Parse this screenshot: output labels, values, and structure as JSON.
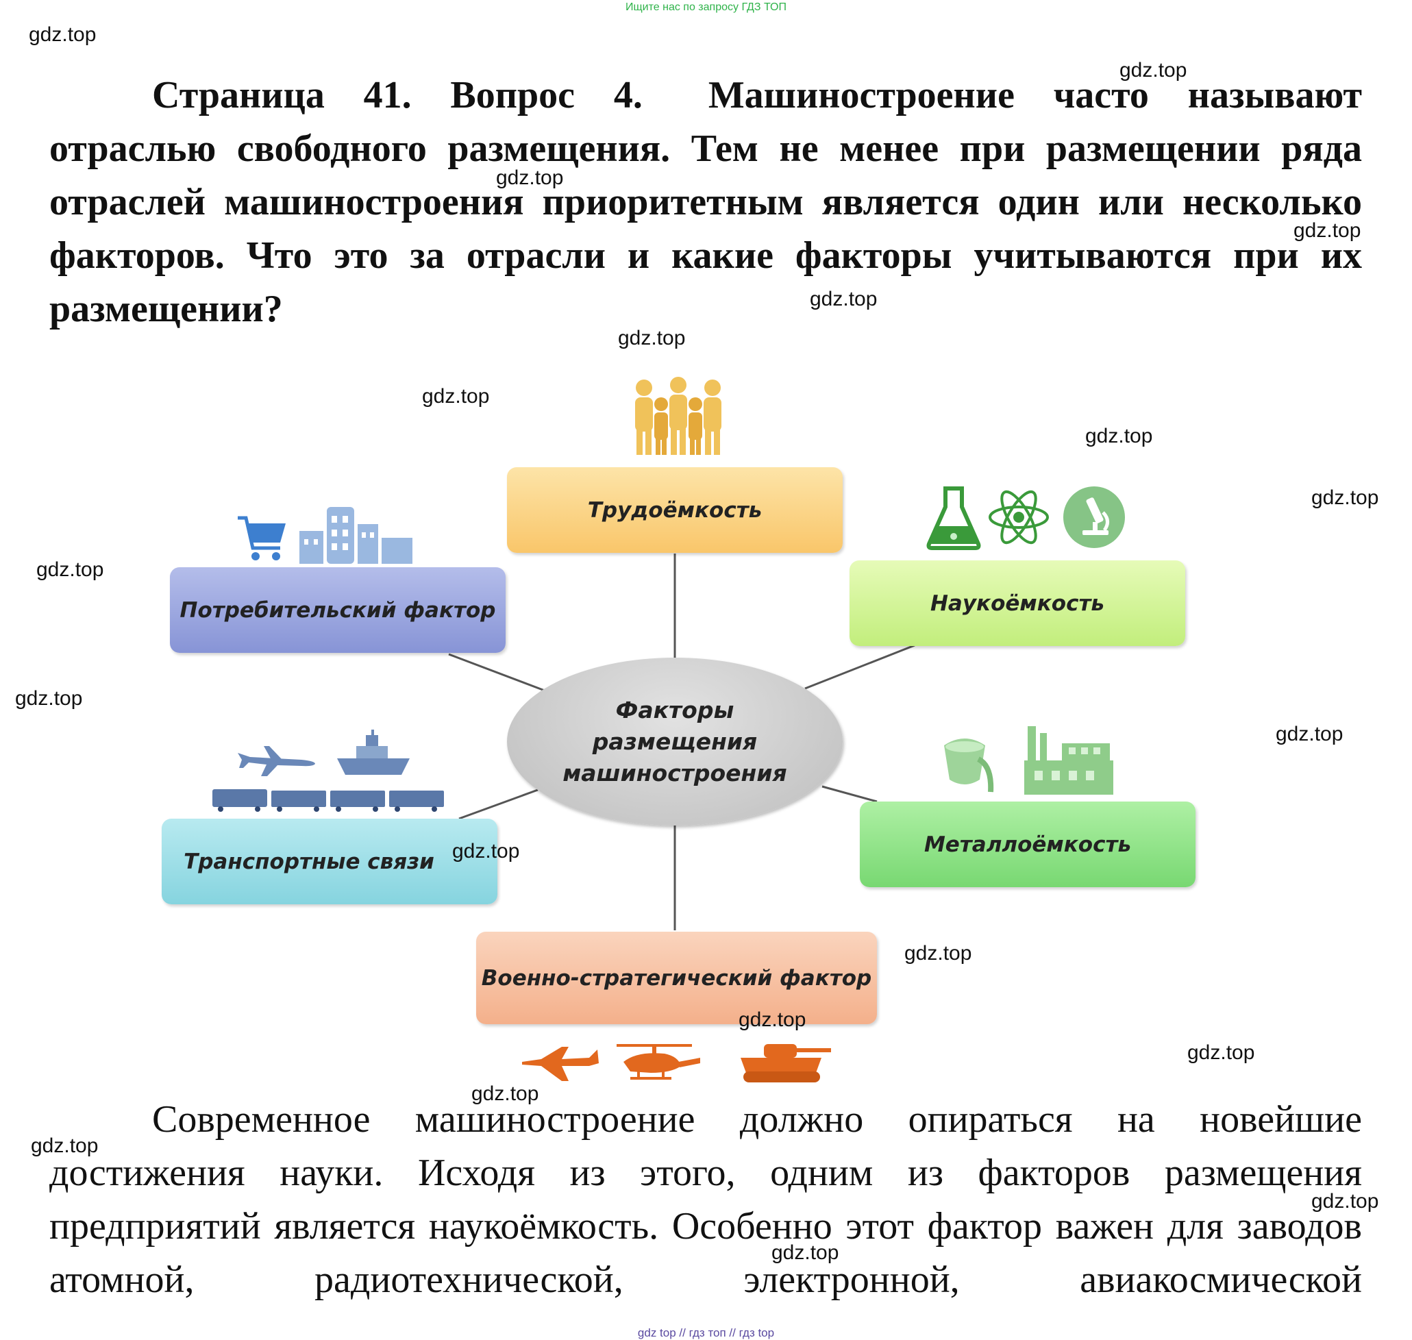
{
  "banner": "Ищите нас по запросу ГДЗ ТОП",
  "watermark": "gdz.top",
  "question": {
    "part1": "Страница 41. Вопрос 4.",
    "part2": "Машиностроение часто называют отраслью свободного размещения. Тем не менее при размещении ряда отраслей машиностроения приоритетным является один или несколько факторов. Что это за отрасли и какие факторы учитываются при их размещении?"
  },
  "diagram": {
    "center_line1": "Факторы",
    "center_line2": "размещения",
    "center_line3": "машиностроения",
    "labor": "Трудоёмкость",
    "science": "Наукоёмкость",
    "consumer": "Потребительский фактор",
    "metal": "Металлоёмкость",
    "transport": "Транспортные связи",
    "military": "Военно-стратегический фактор",
    "colors": {
      "labor": "#fcd58a",
      "science": "#d2f59a",
      "consumer": "#9ca8e0",
      "metal": "#8fe08a",
      "transport": "#9adde6",
      "military": "#f7c3a3"
    },
    "icons": {
      "labor": [
        "people-group-icon"
      ],
      "science": [
        "flask-icon",
        "atom-icon",
        "microscope-icon"
      ],
      "consumer": [
        "shopping-cart-icon",
        "buildings-icon"
      ],
      "metal": [
        "ladle-icon",
        "factory-icon"
      ],
      "transport": [
        "airplane-icon",
        "ship-icon",
        "train-icon"
      ],
      "military": [
        "fighter-jet-icon",
        "helicopter-icon",
        "tank-icon"
      ]
    }
  },
  "answer": "Современное машиностроение должно опираться на новейшие достижения науки. Исходя из этого, одним из факторов размещения предприятий является наукоёмкость. Особенно этот фактор важен для заводов атомной, радиотехнической, электронной, авиакосмической",
  "footer": "gdz top // гдз топ // гдз top"
}
